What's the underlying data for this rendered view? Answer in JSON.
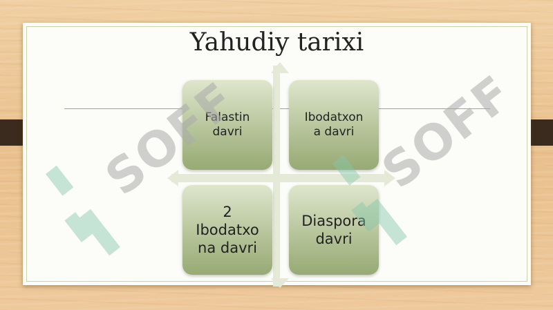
{
  "slide": {
    "title": "Yahudiy tarixi"
  },
  "boxes": [
    {
      "label": "Falastin\ndavri"
    },
    {
      "label": "Ibodatxon\na davri"
    },
    {
      "label": "2\nIbodatxo\nna davri"
    },
    {
      "label": "Diaspora\ndavri"
    }
  ],
  "watermark": {
    "text": "SOFF"
  },
  "colors": {
    "box_top": "#dfe6cd",
    "box_bottom": "#97aa74",
    "rule": "#9bb25a",
    "tab": "#3b2a1e"
  }
}
